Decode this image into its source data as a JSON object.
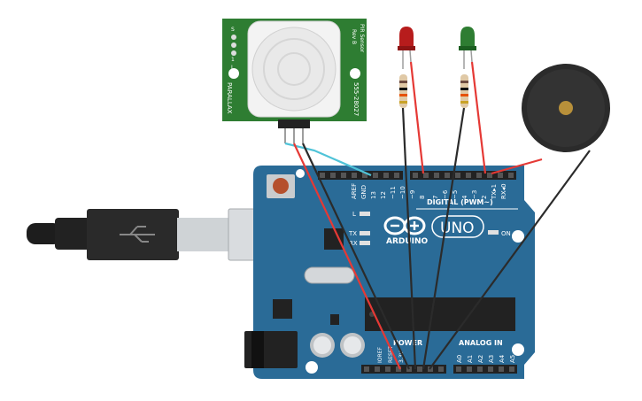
{
  "pir": {
    "title": "PIR Sensor",
    "rev": "Rev B",
    "part": "555-28027",
    "brand": "PARALLAX",
    "pins": [
      "S",
      "1",
      "L"
    ]
  },
  "board": {
    "logo": "ARDUINO",
    "model": "UNO",
    "digital_label": "DIGITAL (PWM~)",
    "power_label": "POWER",
    "analog_label": "ANALOG IN",
    "on_label": "ON",
    "led_l": "L",
    "led_tx": "TX",
    "led_rx": "RX",
    "top_pins": [
      "AREF",
      "GND",
      "13",
      "12",
      "~11",
      "~10",
      "~9",
      "8",
      "7",
      "~6",
      "~5",
      "4",
      "~3",
      "2",
      "TX▸1",
      "RX◂0"
    ],
    "power_pins": [
      "IOREF",
      "RESET",
      "3.3V",
      "5V",
      "GND",
      "GND",
      "VIN"
    ],
    "analog_pins": [
      "A0",
      "A1",
      "A2",
      "A3",
      "A4",
      "A5"
    ]
  },
  "components": {
    "led_red": "red LED",
    "led_green": "green LED",
    "buzzer": "piezo buzzer",
    "usb": "USB cable"
  },
  "colors": {
    "board": "#2a6b97",
    "pcb_green": "#2e7d32",
    "wire_red": "#e53935",
    "wire_black": "#2b2b2b",
    "wire_cyan": "#4fc3d8",
    "led_red": "#b71c1c",
    "led_green": "#2e7d32"
  }
}
